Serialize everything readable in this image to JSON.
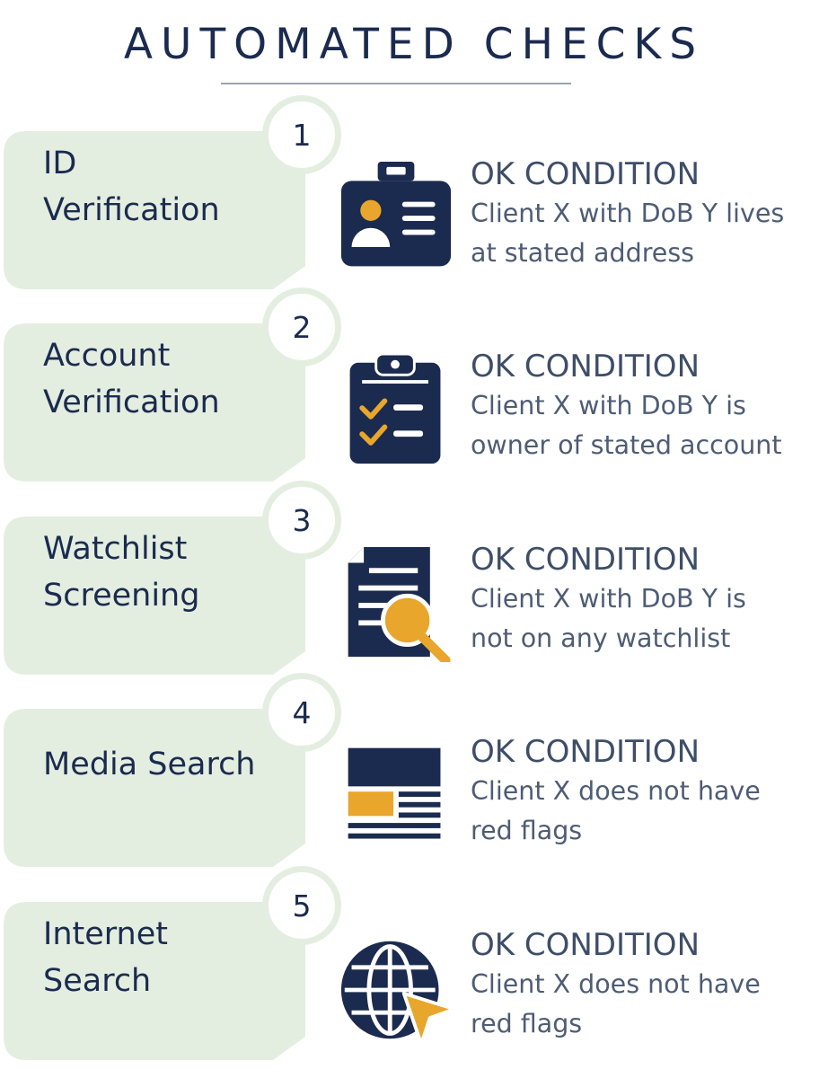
{
  "title": "AUTOMATED CHECKS",
  "colors": {
    "navy": "#1b2b4f",
    "gold": "#e8a62c",
    "tag_fill": "#e4eee0",
    "text_grey": "#4e5c74"
  },
  "checks": [
    {
      "number": "1",
      "label": "ID\nVerification",
      "icon": "id-card-icon",
      "condition_title": "OK CONDITION",
      "condition_text": "Client X with DoB Y lives\nat stated address"
    },
    {
      "number": "2",
      "label": "Account\nVerification",
      "icon": "clipboard-checklist-icon",
      "condition_title": "OK CONDITION",
      "condition_text": "Client X with DoB Y is\nowner of stated account"
    },
    {
      "number": "3",
      "label": "Watchlist\nScreening",
      "icon": "document-search-icon",
      "condition_title": "OK CONDITION",
      "condition_text": "Client X with DoB Y is\nnot on any watchlist"
    },
    {
      "number": "4",
      "label": "Media Search",
      "icon": "newspaper-icon",
      "condition_title": "OK CONDITION",
      "condition_text": "Client X does not have\nred flags"
    },
    {
      "number": "5",
      "label": "Internet\nSearch",
      "icon": "globe-cursor-icon",
      "condition_title": "OK CONDITION",
      "condition_text": "Client X does not have\nred flags"
    }
  ]
}
